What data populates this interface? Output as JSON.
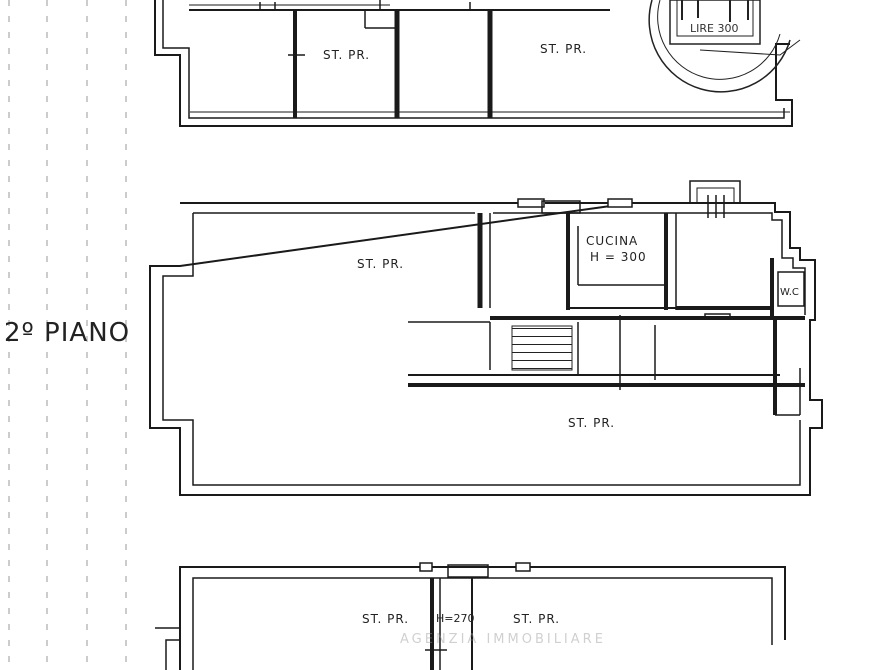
{
  "floor_title": "2º PIANO",
  "top_plan": {
    "room_left": "ST. PR.",
    "room_right": "ST. PR."
  },
  "middle_plan": {
    "room_large": "ST. PR.",
    "kitchen_name": "CUCINA",
    "kitchen_height": "H = 300",
    "wc": "W.C",
    "room_bottom": "ST. PR."
  },
  "bottom_plan": {
    "room_left": "ST. PR.",
    "height_note": "H=270",
    "room_right": "ST. PR."
  },
  "stamp": {
    "value": "LIRE 300"
  },
  "watermark": "AGENZIA IMMOBILIARE"
}
